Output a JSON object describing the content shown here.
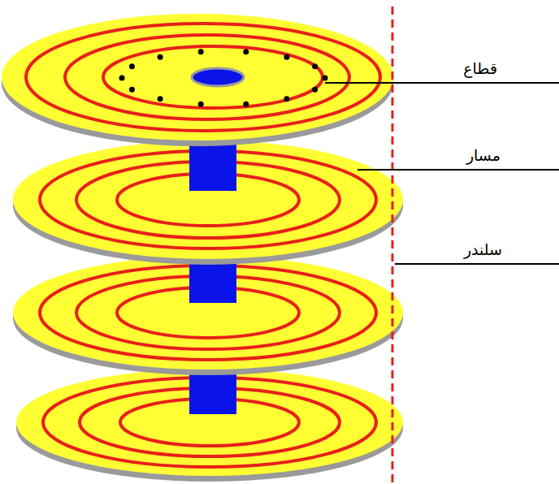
{
  "diagram": {
    "labels": [
      "قطاع",
      "مسار",
      "سلندر"
    ]
  }
}
